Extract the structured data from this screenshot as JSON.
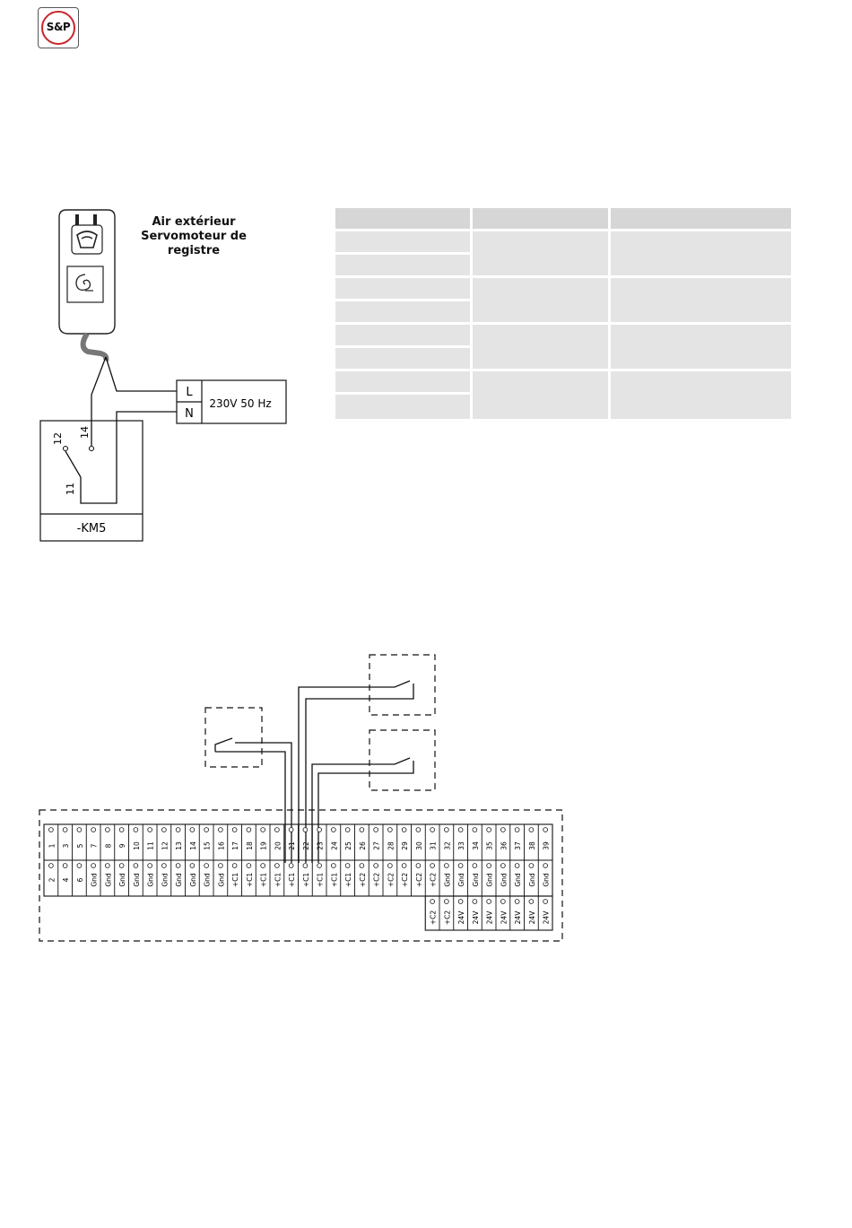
{
  "logo": {
    "text": "S&P",
    "accent": "#c8262b"
  },
  "servo": {
    "title_line1": "Air extérieur",
    "title_line2": "Servomoteur de registre"
  },
  "supply": {
    "l": "L",
    "n": "N",
    "voltage": "230V 50 Hz"
  },
  "relay": {
    "name": "-KM5",
    "pins": [
      "12",
      "14",
      "11"
    ]
  },
  "table": {
    "header_color": "#d6d6d6",
    "cell_color": "#e4e4e4",
    "rows": 8,
    "columns": 3
  },
  "terminal_block": {
    "top_row": [
      "1",
      "3",
      "5",
      "7",
      "8",
      "9",
      "10",
      "11",
      "12",
      "13",
      "14",
      "15",
      "16",
      "17",
      "18",
      "19",
      "20",
      "21",
      "22",
      "23",
      "24",
      "25",
      "26",
      "27",
      "28",
      "29",
      "30",
      "31",
      "32",
      "33",
      "34",
      "35",
      "36",
      "37",
      "38",
      "39"
    ],
    "bottom_row": [
      "2",
      "4",
      "6",
      "Gnd",
      "Gnd",
      "Gnd",
      "Gnd",
      "Gnd",
      "Gnd",
      "Gnd",
      "Gnd",
      "Gnd",
      "Gnd",
      "+C1",
      "+C1",
      "+C1",
      "+C1",
      "+C1",
      "+C1",
      "+C1",
      "+C1",
      "+C1",
      "+C2",
      "+C2",
      "+C2",
      "+C2",
      "+C2",
      "+C2",
      "Gnd",
      "Gnd",
      "Gnd",
      "Gnd",
      "Gnd",
      "Gnd",
      "Gnd",
      "Gnd"
    ],
    "extra_row": [
      "+C2",
      "+C2",
      "24V",
      "24V",
      "24V",
      "24V",
      "24V",
      "24V",
      "24V"
    ]
  }
}
